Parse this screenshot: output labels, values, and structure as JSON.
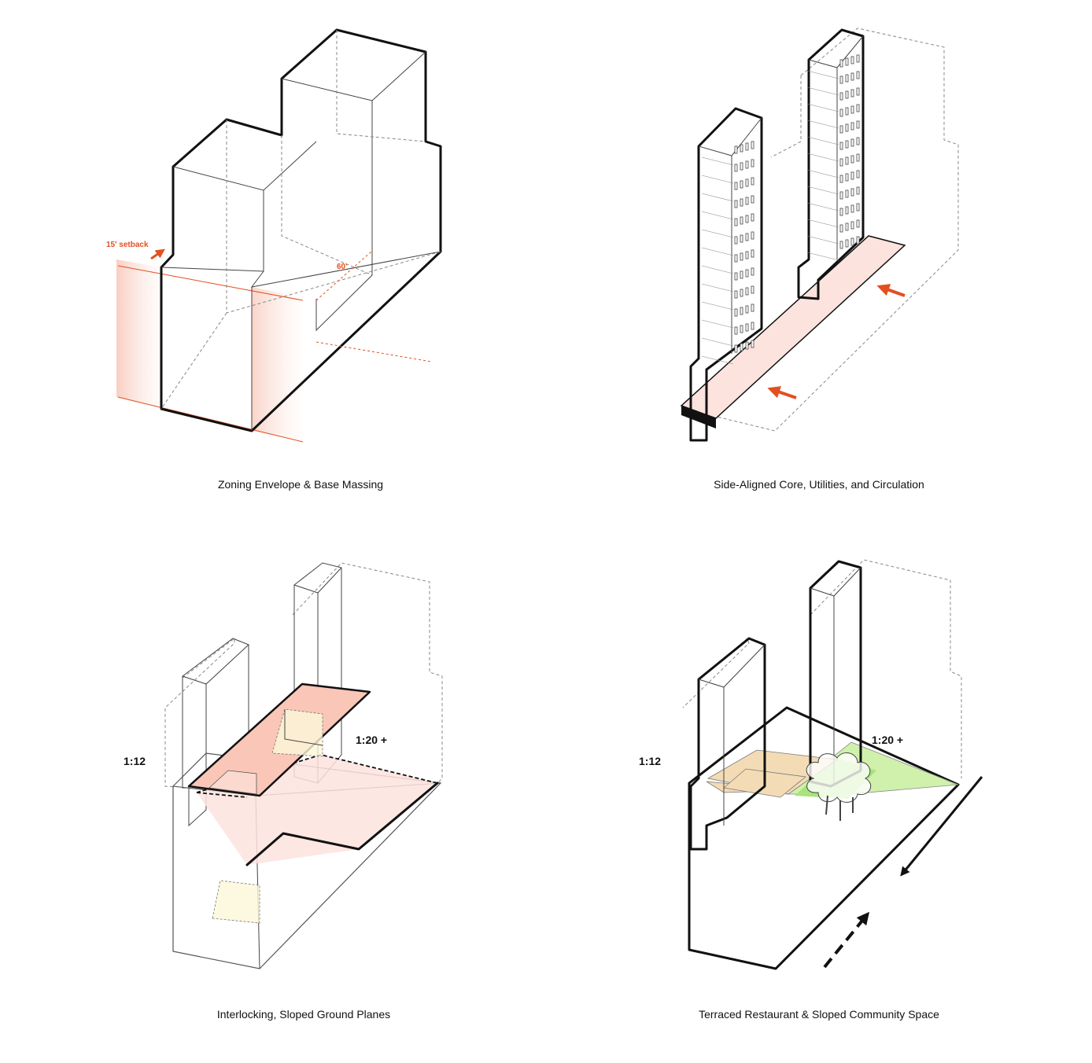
{
  "panels": [
    {
      "caption": "Zoning Envelope & Base Massing",
      "annotations": {
        "setback": "15' setback",
        "depth": "60'"
      }
    },
    {
      "caption": "Side-Aligned Core, Utilities, and Circulation"
    },
    {
      "caption": "Interlocking, Sloped Ground Planes",
      "ratios": {
        "upper": "1:20 +",
        "lower": "1:12"
      }
    },
    {
      "caption": "Terraced Restaurant & Sloped Community Space",
      "ratios": {
        "upper": "1:20 +",
        "lower": "1:12"
      }
    }
  ],
  "colors": {
    "accent": "#e2501f",
    "pink_fill": "#fde3de",
    "salmon_fill": "#f9c6b8",
    "green_fill": "#c7ef9e",
    "tan_fill": "#f3dcb5",
    "yellow_fill": "#fdf7da"
  }
}
